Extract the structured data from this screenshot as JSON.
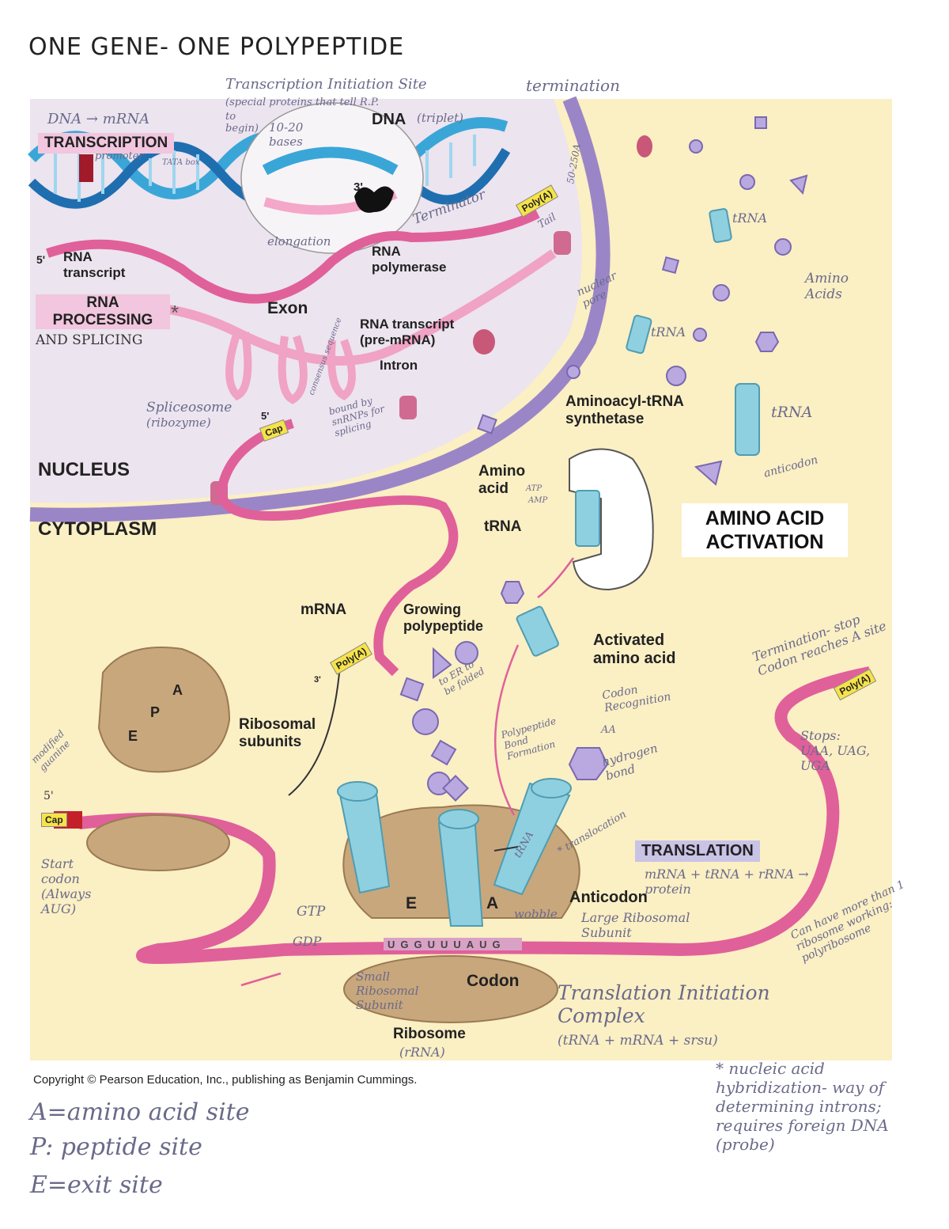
{
  "title": "ONE GENE- ONE POLYPEPTIDE",
  "nucleus": {
    "label": "NUCLEUS",
    "dna_to_mrna": "DNA → mRNA",
    "transcription": "TRANSCRIPTION",
    "promoter": "promoter",
    "tata": "TATA box",
    "init_site": "Transcription Initiation Site",
    "init_note": "(special proteins that tell R.P.",
    "init_note2": "to begin)",
    "bases": "10-20 bases",
    "dna": "DNA",
    "triplet": "(triplet)",
    "three_prime": "3'",
    "terminator": "Terminator",
    "termination": "termination",
    "polya": "Poly(A)",
    "tail": "Tail",
    "tail_len": "50-250A",
    "five_prime": "5'",
    "rna_transcript": "RNA transcript",
    "elongation": "elongation",
    "rna_polymerase": "RNA polymerase",
    "processing": "RNA PROCESSING",
    "processing_star": "*",
    "splicing": "AND SPLICING",
    "exon": "Exon",
    "pre_mrna": "RNA transcript (pre-mRNA)",
    "intron": "Intron",
    "consensus": "consensus sequence",
    "spliceosome": "Spliceosome",
    "ribozyme": "(ribozyme)",
    "bound": "bound by snRNPs for splicing",
    "cap": "Cap",
    "nuclear_pore": "nuclear pore"
  },
  "cytoplasm": {
    "label": "CYTOPLASM",
    "trna1": "tRNA",
    "trna2": "tRNA",
    "trna3": "tRNA",
    "amino_acids": "Amino Acids",
    "synthetase": "Aminoacyl-tRNA synthetase",
    "amino_acid": "Amino acid",
    "atp": "ATP",
    "amp": "AMP",
    "trna_label": "tRNA",
    "anticodon_note": "anticodon",
    "activation": "AMINO ACID ACTIVATION",
    "mrna": "mRNA",
    "growing": "Growing polypeptide",
    "activated": "Activated amino acid",
    "termination_note": "Termination- stop Codon reaches A site",
    "stops": "Stops: UAA, UAG, UGA",
    "polya2": "Poly(A)",
    "polya3": "Poly(A)",
    "three_p2": "3'",
    "ribosomal_subunits": "Ribosomal subunits",
    "site_e": "E",
    "site_p": "P",
    "site_a": "A",
    "modified": "modified guanine",
    "cap2": "Cap",
    "five_p2": "5'",
    "start_codon": "Start codon (Always AUG)",
    "to_er": "to ER to be folded",
    "codon_recog": "Codon Recognition",
    "polypeptide_bond": "Polypeptide Bond Formation",
    "aa": "AA",
    "hydrogen": "hydrogen bond",
    "translocation": "* translocation",
    "translation": "TRANSLATION",
    "equation": "mRNA + tRNA + rRNA → protein",
    "anticodon": "Anticodon",
    "wobble": "wobble",
    "large": "Large Ribosomal Subunit",
    "gtp": "GTP",
    "gdp": "GDP",
    "e_site": "E",
    "a_site": "A",
    "codons": "UGGUUUAUG",
    "small": "Small Ribosomal Subunit",
    "codon": "Codon",
    "ribosome": "Ribosome",
    "rrna": "(rRNA)",
    "init_complex": "Translation Initiation Complex",
    "init_formula": "(tRNA + mRNA + srsu)",
    "polyribosome": "Can have more than 1 ribosome working: polyribosome",
    "trna_tilt": "tRNA"
  },
  "copyright": "Copyright © Pearson Education, Inc., publishing as Benjamin Cummings.",
  "notes": {
    "a": "A=amino acid site",
    "p": "P: peptide site",
    "e": "E=exit site",
    "star": "* nucleic acid hybridization- way of determining introns; requires foreign DNA (probe)"
  },
  "colors": {
    "cytoplasm": "#fbefc4",
    "nucleus": "#ece6f2",
    "membrane": "#9a86c6",
    "dna": "#3aa6d8",
    "mrna": "#e0609a",
    "trna": "#8fd0e0",
    "ribosome": "#c8a77c",
    "amino": "#b9a9e0"
  }
}
